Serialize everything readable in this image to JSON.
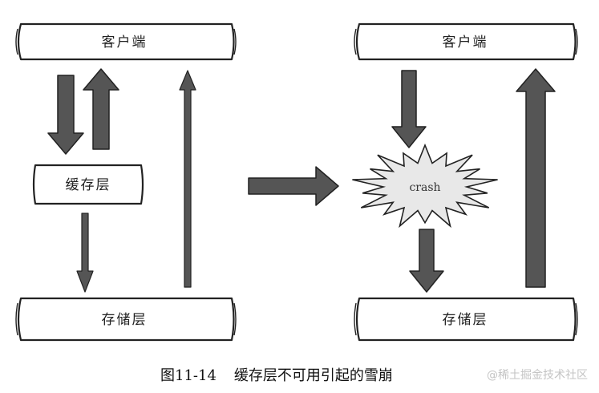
{
  "left": {
    "client": "客户端",
    "cache": "缓存层",
    "storage": "存储层"
  },
  "right": {
    "client": "客户端",
    "crash": "crash",
    "storage": "存储层"
  },
  "caption": {
    "figure": "图11-14",
    "text": "缓存层不可用引起的雪崩"
  },
  "watermark": "@稀土掘金技术社区",
  "colors": {
    "arrow": "#555555",
    "arrow_stroke": "#222222",
    "box_stroke": "#222222",
    "crash_fill": "#e8e8e8"
  }
}
